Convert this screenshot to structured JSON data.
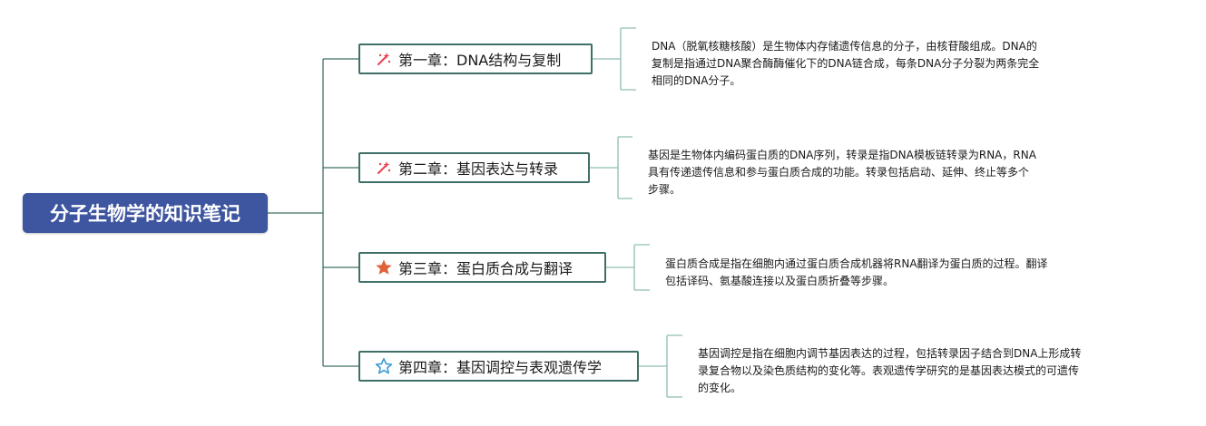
{
  "root": {
    "title": "分子生物学的知识笔记"
  },
  "chapters": [
    {
      "title": "第一章：DNA结构与复制",
      "icon": "sparkle-icon",
      "note": "DNA（脱氧核糖核酸）是生物体内存储遗传信息的分子，由核苷酸组成。DNA的\n复制是指通过DNA聚合酶酶催化下的DNA链合成，每条DNA分子分裂为两条完全\n相同的DNA分子。"
    },
    {
      "title": "第二章：基因表达与转录",
      "icon": "sparkle-icon",
      "note": "基因是生物体内编码蛋白质的DNA序列，转录是指DNA模板链转录为RNA，RNA\n具有传递遗传信息和参与蛋白质合成的功能。转录包括启动、延伸、终止等多个\n步骤。"
    },
    {
      "title": "第三章：蛋白质合成与翻译",
      "icon": "star-filled-icon",
      "note": "蛋白质合成是指在细胞内通过蛋白质合成机器将RNA翻译为蛋白质的过程。翻译\n包括译码、氨基酸连接以及蛋白质折叠等步骤。"
    },
    {
      "title": "第四章：基因调控与表观遗传学",
      "icon": "star-outline-icon",
      "note": "基因调控是指在细胞内调节基因表达的过程，包括转录因子结合到DNA上形成转\n录复合物以及染色质结构的变化等。表观遗传学研究的是基因表达模式的可遗传\n的变化。"
    }
  ],
  "colors": {
    "root_bg": "#3e55a0",
    "branch_line": "#3f6f66",
    "note_line": "#8fbdb4",
    "sparkle": "#e8434f",
    "star_filled": "#e0623a",
    "star_outline": "#3a9bd6"
  }
}
